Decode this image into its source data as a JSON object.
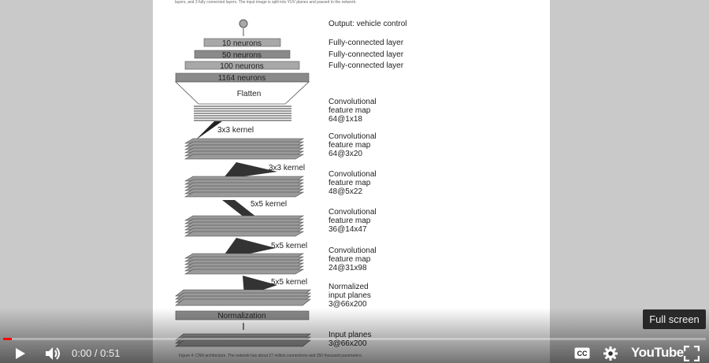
{
  "caption_top": "layers, and 3 fully connected layers. The input image is split into YUV planes and passed to the network.",
  "figure": {
    "neurons_10": "10 neurons",
    "neurons_50": "50 neurons",
    "neurons_100": "100 neurons",
    "neurons_1164": "1164 neurons",
    "flatten": "Flatten",
    "normalization": "Normalization",
    "kernels": [
      "3x3 kernel",
      "3x3 kernel",
      "5x5 kernel",
      "5x5 kernel",
      "5x5 kernel"
    ],
    "labels": {
      "output": "Output: vehicle control",
      "fc1": "Fully-connected layer",
      "fc2": "Fully-connected layer",
      "fc3": "Fully-connected layer",
      "conv5_1": "Convolutional",
      "conv5_2": "feature map",
      "conv5_3": "64@1x18",
      "conv4_1": "Convolutional",
      "conv4_2": "feature map",
      "conv4_3": "64@3x20",
      "conv3_1": "Convolutional",
      "conv3_2": "feature map",
      "conv3_3": "48@5x22",
      "conv2_1": "Convolutional",
      "conv2_2": "feature map",
      "conv2_3": "36@14x47",
      "conv1_1": "Convolutional",
      "conv1_2": "feature map",
      "conv1_3": "24@31x98",
      "norm_1": "Normalized",
      "norm_2": "input planes",
      "norm_3": "3@66x200",
      "input_1": "Input planes",
      "input_2": "3@66x200"
    },
    "caption_bottom": "Figure 4: CNN architecture. The network has about 27 million connections and 250 thousand parameters."
  },
  "player": {
    "tooltip": "Full screen",
    "time": "0:00 / 0:51",
    "logo": "YouTube",
    "progress_played": 0.012,
    "icons": {
      "play": "play-icon",
      "volume": "volume-icon",
      "cc": "cc-icon",
      "settings": "gear-icon",
      "fullscreen": "fullscreen-icon"
    }
  }
}
